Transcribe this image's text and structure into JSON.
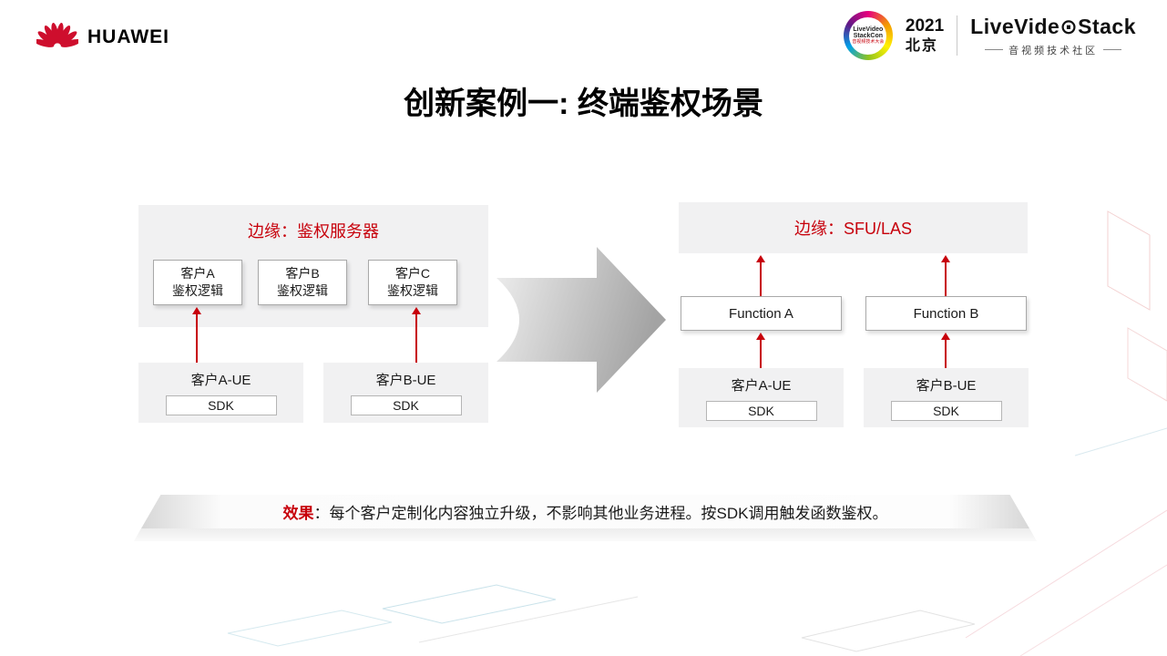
{
  "title": "创新案例一: 终端鉴权场景",
  "header": {
    "brand": "HUAWEI",
    "badge": {
      "line1": "LiveVideo",
      "line2": "StackCon",
      "line3": "音视频技术大会"
    },
    "event_year": "2021",
    "event_city": "北京",
    "lvs": {
      "part1": "LiveVide",
      "o": "⊙",
      "part2": "Stack",
      "tagline": "音视频技术社区"
    }
  },
  "diagram": {
    "left": {
      "panel_title": "边缘：鉴权服务器",
      "logic_boxes": [
        {
          "line1": "客户A",
          "line2": "鉴权逻辑"
        },
        {
          "line1": "客户B",
          "line2": "鉴权逻辑"
        },
        {
          "line1": "客户C",
          "line2": "鉴权逻辑"
        }
      ],
      "ue_panels": [
        {
          "label": "客户A-UE",
          "sdk": "SDK"
        },
        {
          "label": "客户B-UE",
          "sdk": "SDK"
        }
      ]
    },
    "right": {
      "panel_title": "边缘：SFU/LAS",
      "function_boxes": [
        "Function A",
        "Function B"
      ],
      "ue_panels": [
        {
          "label": "客户A-UE",
          "sdk": "SDK"
        },
        {
          "label": "客户B-UE",
          "sdk": "SDK"
        }
      ]
    }
  },
  "footer": {
    "label": "效果",
    "text": "：每个客户定制化内容独立升级，不影响其他业务进程。按SDK调用触发函数鉴权。"
  },
  "colors": {
    "accent_red": "#c7000b",
    "panel_gray": "#f1f1f2",
    "box_border": "#a9a9a9",
    "text_dark": "#1a1a1a"
  }
}
